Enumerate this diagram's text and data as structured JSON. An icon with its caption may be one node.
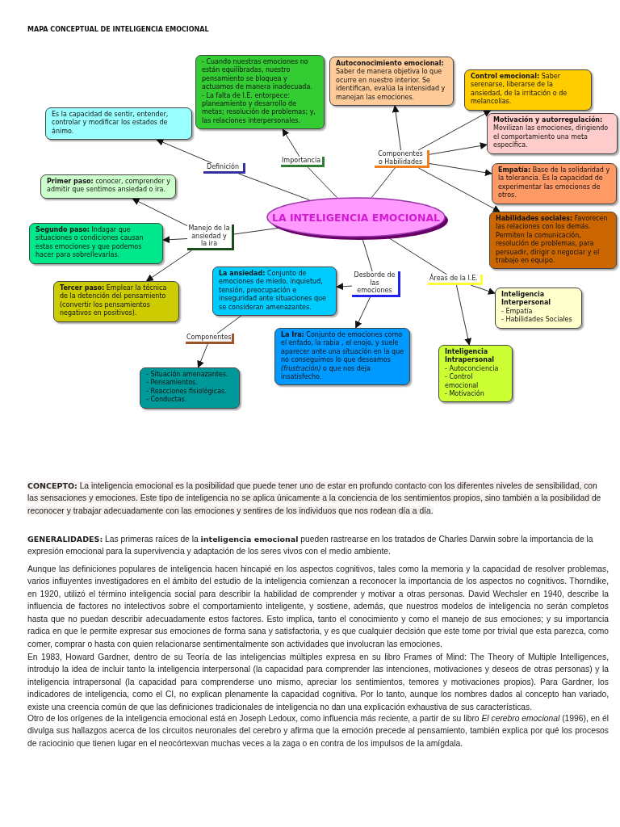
{
  "diagram": {
    "title": "MAPA CONCEPTUAL DE INTELIGENCIA EMOCIONAL",
    "nodes": [
      {
        "text": [
          "LA INTELIGENCIA EMOCIONAL"
        ]
      },
      {
        "text": [
          "Definición"
        ]
      },
      {
        "text": [
          "Importancia"
        ]
      },
      {
        "text": [
          "Componentes o Habilidades"
        ]
      },
      {
        "text": [
          "Manejo de la ansiedad y la ira"
        ]
      },
      {
        "text": [
          "Desborde de las emociones"
        ]
      },
      {
        "text": [
          "Áreas de la I.E."
        ]
      },
      {
        "text": [
          "Es la capacidad de sentir, entender, controlar y modificar los estados de ánimo."
        ]
      },
      {
        "text": [
          "- Cuando nuestras emociones no están equilibradas, nuestro pensamiento se bloquea y actuamos de manera inadecuada.",
          "- La falta de I.E. entorpece: planeamiento y desarrollo de metas; resolución de problemas; y, las relaciones interpersonales."
        ]
      },
      {
        "text": [
          "**Autoconocimiento emocional:** Saber de manera objetiva lo que ocurre en nuestro interior. Se identifican, evalúa la intensidad y manejan las emociones."
        ]
      },
      {
        "text": [
          "**Control emocional:** Saber serenarse, liberarse de la ansiedad, de la irritación o de melancolías."
        ]
      },
      {
        "text": [
          "**Motivación y autorregulación:** Movilizan las emociones, dirigiendo el comportamiento  una meta específica."
        ]
      },
      {
        "text": [
          "**Empatía:** Base de la solidaridad y la tolerancia. Es la capacidad de experimentar las emociones de otros."
        ]
      },
      {
        "text": [
          "**Habilidades sociales:** Favorecen las relaciones con los demás. Permiten la comunicación, resolución de problemas, para persuadir, dirigir o negociar y el trabajo en equipo."
        ]
      },
      {
        "text": [
          "**Primer paso:** conocer, comprender y admitir que sentimos ansiedad o ira."
        ]
      },
      {
        "text": [
          "**Segundo paso:** Indagar que situaciones o condiciones causan estas emociones y que podemos hacer para sobrellevarlas."
        ]
      },
      {
        "text": [
          "**Tercer paso:** Emplear la técnica de la detención del pensamiento (convertir los pensamientos negativos en positivos)."
        ]
      },
      {
        "text": [
          "**La ansiedad:** Conjunto de emociones de miedo, inquietud, tensión, preocupación e inseguridad ante situaciones que se consideran amenazantes."
        ]
      },
      {
        "text": [
          "Componentes"
        ]
      },
      {
        "text": [
          "**La Ira:** Conjunto de emociones como el enfado, la rabia , el enojo, y suele aparecer ante una situación en la que no conseguimos lo que deseamos *(frustración)*  o que nos deja insatisfecho."
        ]
      },
      {
        "text": [
          "- Situación amenazantes.",
          "- Pensamientos.",
          "- Reacciones fisiológicas.",
          "- Conductas."
        ]
      },
      {
        "text": [
          "Inteligencia Interpersonal",
          "- Empatía",
          "- Habilidades Sociales"
        ]
      },
      {
        "text": [
          "Inteligencia Intrapersonal",
          "- Autoconciencia",
          "- Control emocional",
          "- Motivación"
        ]
      }
    ],
    "edges": [
      {
        "from": 0,
        "to": 1,
        "arrow": "none"
      },
      {
        "from": 0,
        "to": 2,
        "arrow": "none"
      },
      {
        "from": 0,
        "to": 3,
        "arrow": "none"
      },
      {
        "from": 0,
        "to": 4,
        "arrow": "none"
      },
      {
        "from": 0,
        "to": 5,
        "arrow": "none"
      },
      {
        "from": 0,
        "to": 6,
        "arrow": "none"
      },
      {
        "from": 1,
        "to": 7,
        "arrow": "to"
      },
      {
        "from": 2,
        "to": 8,
        "arrow": "to"
      },
      {
        "from": 3,
        "to": 9,
        "arrow": "to"
      },
      {
        "from": 3,
        "to": 10,
        "arrow": "to"
      },
      {
        "from": 3,
        "to": 11,
        "arrow": "to"
      },
      {
        "from": 3,
        "to": 12,
        "arrow": "to"
      },
      {
        "from": 3,
        "to": 13,
        "arrow": "to"
      },
      {
        "from": 4,
        "to": 14,
        "arrow": "to"
      },
      {
        "from": 4,
        "to": 15,
        "arrow": "to"
      },
      {
        "from": 4,
        "to": 16,
        "arrow": "to"
      },
      {
        "from": 5,
        "to": 17,
        "arrow": "to"
      },
      {
        "from": 5,
        "to": 19,
        "arrow": "to"
      },
      {
        "from": 17,
        "to": 18,
        "arrow": "none"
      },
      {
        "from": 18,
        "to": 20,
        "arrow": "to"
      },
      {
        "from": 6,
        "to": 21,
        "arrow": "to"
      },
      {
        "from": 6,
        "to": 22,
        "arrow": "to"
      }
    ],
    "labels": [
      "**CONCEPTO:** La inteligencia emocional es la posibilidad que puede tener uno de estar en profundo contacto con los diferentes niveles de sensibilidad, con las sensaciones y emociones. Este tipo de inteligencia no se aplica únicamente a la conciencia de los sentimientos propios, sino también a la posibilidad de reconocer y trabajar adecuadamente con las emociones y sentires de los individuos que nos rodean día a día.",
      "**GENERALIDADES:** Las primeras raíces de la **inteligencia emocional** pueden rastrearse en los tratados de Charles Darwin sobre la importancia de la expresión emocional para la supervivencia y adaptación de los seres vivos con el medio ambiente.",
      "Aunque las definiciones populares de inteligencia hacen hincapié en los aspectos cognitivos, tales como la memoria y la capacidad de resolver problemas, varios influyentes investigadores en el ámbito del estudio de la inteligencia comienzan a reconocer la importancia de los aspectos no cognitivos. Thorndike, en 1920, utilizó el término inteligencia social para describir la habilidad de comprender y motivar a otras personas. David Wechsler en 1940, describe la influencia de factores no intelectivos sobre el comportamiento inteligente, y sostiene, además, que nuestros modelos de inteligencia no serán completos hasta que no puedan describir adecuadamente estos factores. Esto implica, tanto el conocimiento y como el manejo de sus emociones; y su importancia radica en que le permite expresar sus emociones de forma sana y satisfactoria, y es que cualquier decisión que este tome por trivial que esta parezca, como comer, comprar o hasta con quien relacionarse sentimentalmente son actividades que involucran las emociones.",
      "En 1983, Howard Gardner, dentro de su Teoría de las inteligencias múltiples expresa en su libro Frames of Mind: The Theory of Multiple Intelligences, introdujo la idea de incluir tanto la inteligencia interpersonal (la capacidad para comprender las intenciones, motivaciones y deseos de otras personas) y la inteligencia intrapersonal (la capacidad para comprenderse uno mismo, apreciar los sentimientos, temores y motivaciones propios). Para Gardner, los indicadores de inteligencia, como el CI, no explican plenamente la capacidad cognitiva. Por lo tanto, aunque los nombres dados al concepto han variado, existe una creencia común de que las definiciones tradicionales de inteligencia no dan una explicación exhaustiva de sus características.",
      "Otro de los orígenes de la inteligencia emocional está en Joseph Ledoux, como influencia más reciente, a partir de su libro *El cerebro emocional* (1996), en él divulga sus hallazgos acerca de los circuitos neuronales del cerebro y afirma que la emoción precede al pensamiento, también explica por qué los procesos de raciocinio que tienen lugar en el neocórtexvan muchas veces a la zaga o en contra de los impulsos de la amígdala."
    ]
  }
}
